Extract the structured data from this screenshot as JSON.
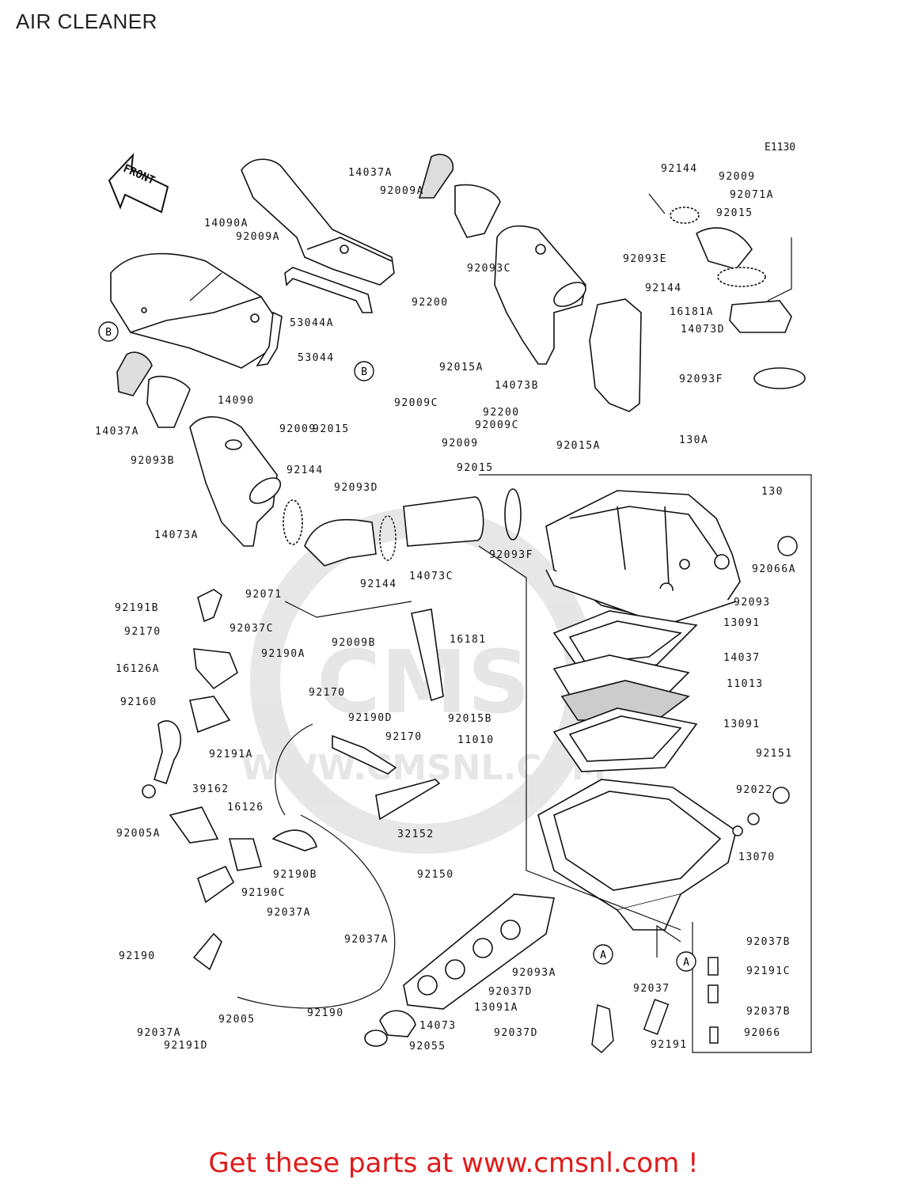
{
  "title": "AIR CLEANER",
  "diagram_code": "E1130",
  "front_label": "FRONT",
  "footer_text": "Get these parts at www.cmsnl.com !",
  "watermark_text": "CMS",
  "watermark_url": "WWW.CMSNL.COM",
  "labels": [
    "14037A",
    "92009A",
    "14090A",
    "92009A",
    "53044A",
    "53044",
    "14090",
    "14037A",
    "92093B",
    "92071A",
    "92093C",
    "92200",
    "92015A",
    "14073B",
    "92009C",
    "92015",
    "92009",
    "92144",
    "92009",
    "92015",
    "92093E",
    "92144",
    "16181A",
    "14073D",
    "92093F",
    "92200",
    "92009C",
    "92015A",
    "92009",
    "92015",
    "130A",
    "130",
    "92144",
    "92093D",
    "14073A",
    "92071",
    "92144",
    "14073C",
    "92093F",
    "92066A",
    "92093",
    "13091",
    "14037",
    "11013",
    "13091",
    "11010",
    "92191B",
    "92170",
    "92037C",
    "92190A",
    "16126A",
    "92009B",
    "16181",
    "92170",
    "92160",
    "92190D",
    "92015B",
    "92170",
    "92191A",
    "92151",
    "92022",
    "39162",
    "16126",
    "32152",
    "13070",
    "92005A",
    "92190B",
    "92190C",
    "92150",
    "92037A",
    "92037A",
    "92037B",
    "92191C",
    "92190",
    "92093A",
    "92037D",
    "13091A",
    "92037B",
    "92037",
    "92066",
    "92037A",
    "92005",
    "92190",
    "14073",
    "92037D",
    "92191",
    "92191D",
    "92055"
  ],
  "callouts": [
    "B",
    "B",
    "A",
    "A"
  ]
}
